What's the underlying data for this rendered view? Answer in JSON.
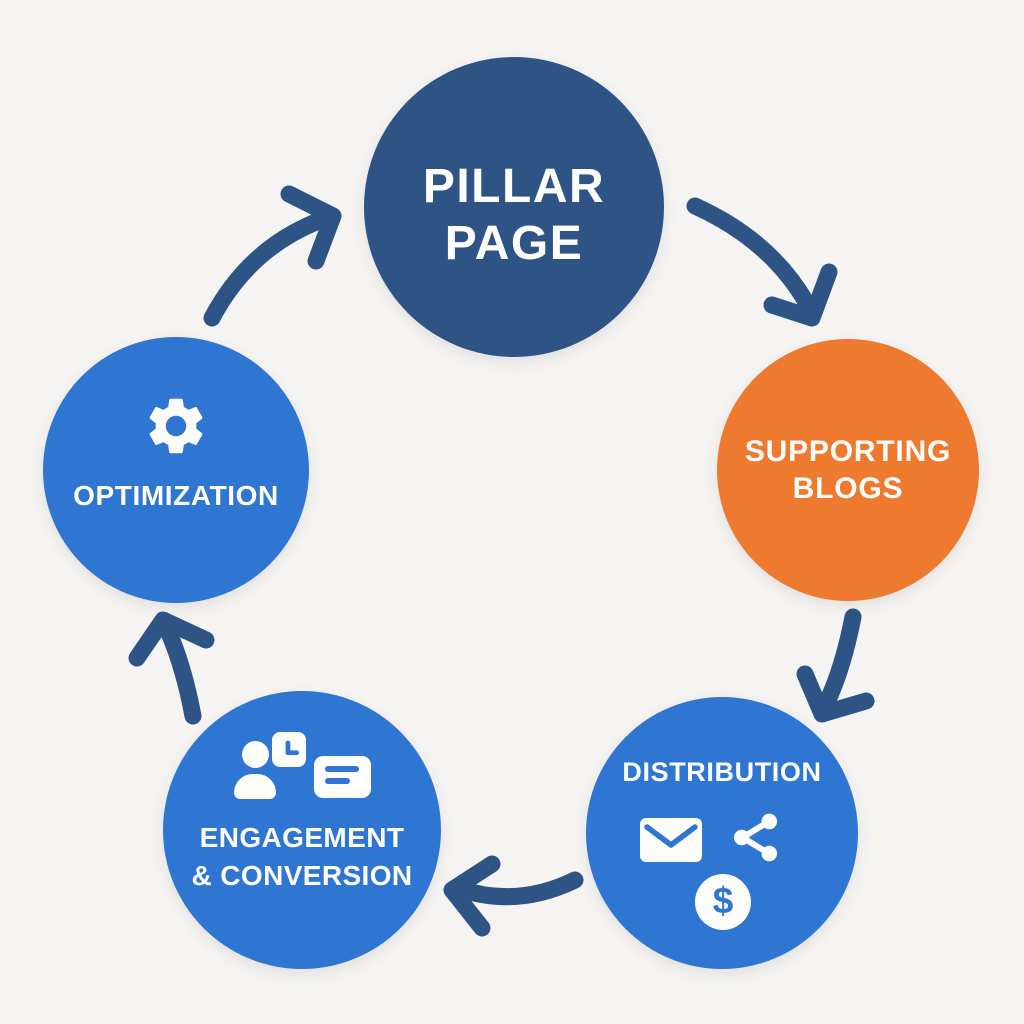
{
  "diagram": {
    "background": "#F5F4F2",
    "palette": {
      "navy": "#2E5486",
      "blue": "#2F76D3",
      "orange": "#EE7A30",
      "icon_white": "#FDFDFC"
    },
    "nodes": {
      "pillar": {
        "line1": "PILLAR",
        "line2": "PAGE"
      },
      "supporting": {
        "line1": "SUPPORTING",
        "line2": "BLOGS"
      },
      "distribution": {
        "label": "DISTRIBUTION",
        "icons": [
          "envelope-icon",
          "share-icon",
          "dollar-icon"
        ],
        "dollar_symbol": "$"
      },
      "engagement": {
        "line1": "ENGAGEMENT",
        "line2": "& CONVERSION",
        "icons": [
          "person-icon",
          "clock-icon",
          "chat-card-icon"
        ]
      },
      "optimization": {
        "label": "OPTIMIZATION",
        "icons": [
          "gear-icon"
        ]
      }
    },
    "arrows": [
      {
        "from": "pillar",
        "to": "supporting"
      },
      {
        "from": "supporting",
        "to": "distribution"
      },
      {
        "from": "distribution",
        "to": "engagement"
      },
      {
        "from": "engagement",
        "to": "optimization"
      },
      {
        "from": "optimization",
        "to": "pillar"
      }
    ]
  }
}
